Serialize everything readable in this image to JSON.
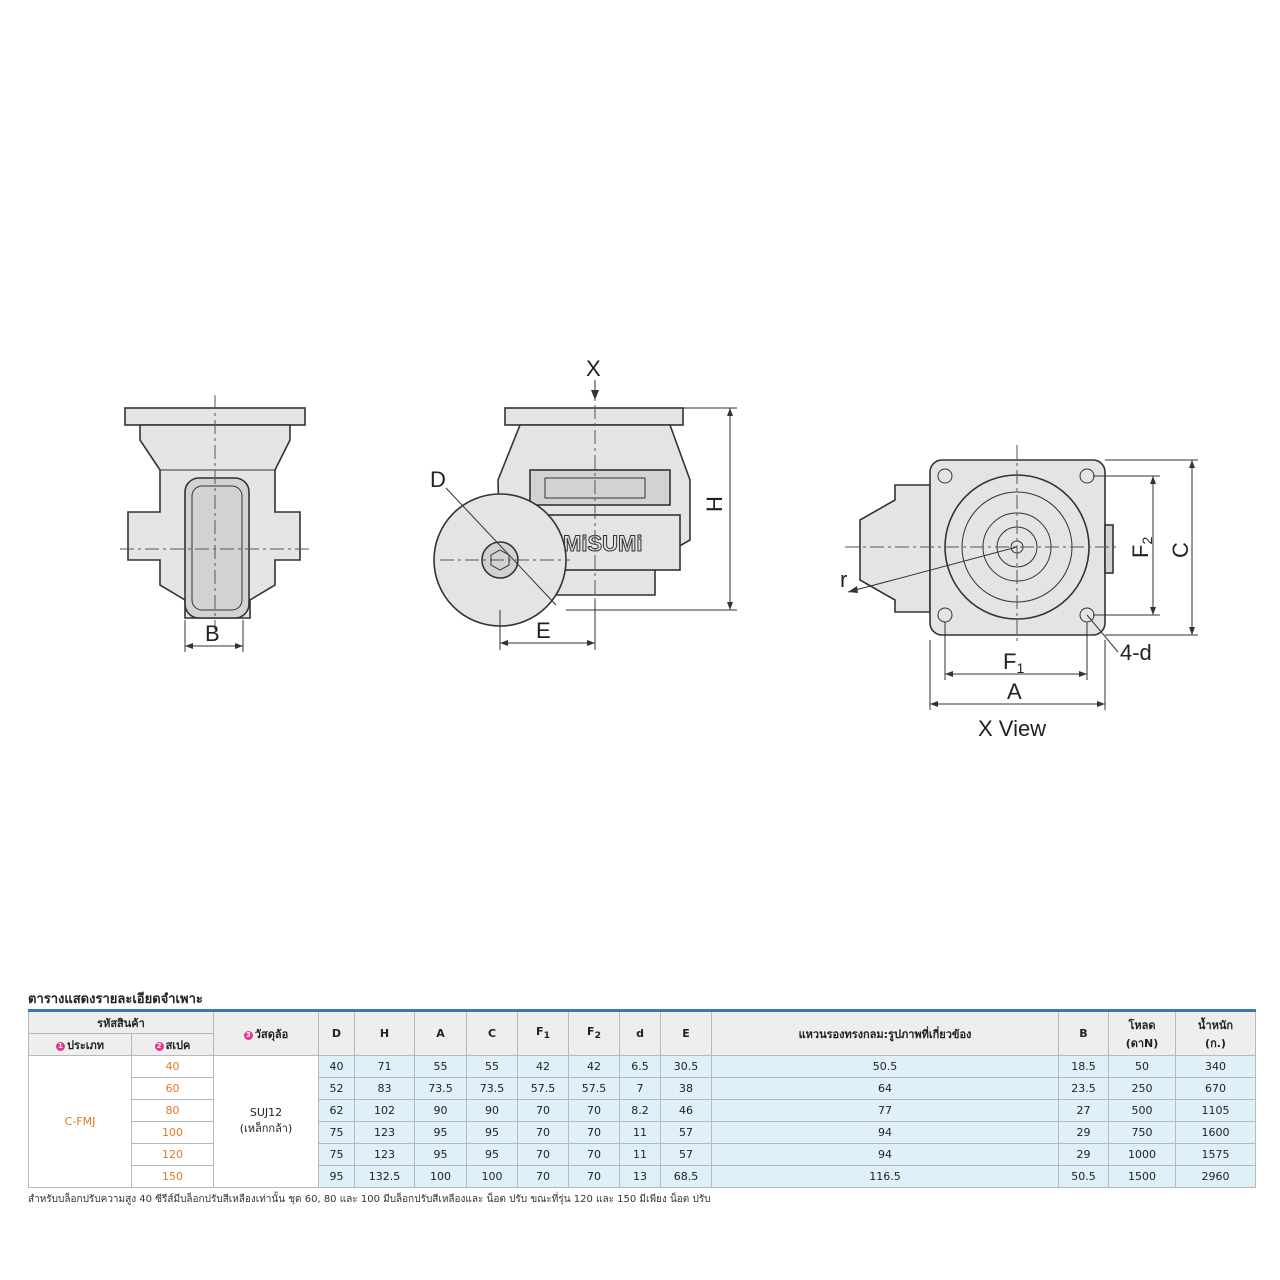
{
  "drawing": {
    "labels": {
      "b": "B",
      "d": "D",
      "e": "E",
      "h": "H",
      "x": "X",
      "r": "r",
      "c": "C",
      "f2": "F",
      "f2_sub": "2",
      "f1": "F",
      "f1_sub": "1",
      "a": "A",
      "four_d": "4-d",
      "xview": "X View",
      "logo": "MiSUMi"
    }
  },
  "spec": {
    "title": "ตารางแสดงรายละเอียดจำเพาะ",
    "header": {
      "product_code": "รหัสสินค้า",
      "type_num": "1",
      "type": "ประเภท",
      "spec_num": "2",
      "spec": "สเปค",
      "material_num": "3",
      "material": "วัสดุล้อ",
      "cols": [
        "D",
        "H",
        "A",
        "C"
      ],
      "f1": "F",
      "f1_sub": "1",
      "f2": "F",
      "f2_sub": "2",
      "d": "d",
      "e": "E",
      "bearing": "แหวนรองทรงกลม:รูปภาพที่เกี่ยวข้อง",
      "b": "B",
      "load": "โหลด",
      "load_unit": "(ดาN)",
      "weight": "น้ำหนัก",
      "weight_unit": "(ก.)"
    },
    "type_value": "C-FMJ",
    "material_value": "SUJ12",
    "material_note": "(เหล็กกล้า)",
    "rows": [
      {
        "spec": "40",
        "D": "40",
        "H": "71",
        "A": "55",
        "C": "55",
        "F1": "42",
        "F2": "42",
        "d": "6.5",
        "E": "30.5",
        "bearing": "50.5",
        "B": "18.5",
        "load": "50",
        "weight": "340"
      },
      {
        "spec": "60",
        "D": "52",
        "H": "83",
        "A": "73.5",
        "C": "73.5",
        "F1": "57.5",
        "F2": "57.5",
        "d": "7",
        "E": "38",
        "bearing": "64",
        "B": "23.5",
        "load": "250",
        "weight": "670"
      },
      {
        "spec": "80",
        "D": "62",
        "H": "102",
        "A": "90",
        "C": "90",
        "F1": "70",
        "F2": "70",
        "d": "8.2",
        "E": "46",
        "bearing": "77",
        "B": "27",
        "load": "500",
        "weight": "1105"
      },
      {
        "spec": "100",
        "D": "75",
        "H": "123",
        "A": "95",
        "C": "95",
        "F1": "70",
        "F2": "70",
        "d": "11",
        "E": "57",
        "bearing": "94",
        "B": "29",
        "load": "750",
        "weight": "1600"
      },
      {
        "spec": "120",
        "D": "75",
        "H": "123",
        "A": "95",
        "C": "95",
        "F1": "70",
        "F2": "70",
        "d": "11",
        "E": "57",
        "bearing": "94",
        "B": "29",
        "load": "1000",
        "weight": "1575"
      },
      {
        "spec": "150",
        "D": "95",
        "H": "132.5",
        "A": "100",
        "C": "100",
        "F1": "70",
        "F2": "70",
        "d": "13",
        "E": "68.5",
        "bearing": "116.5",
        "B": "50.5",
        "load": "1500",
        "weight": "2960"
      }
    ],
    "footnote": "สำหรับบล็อกปรับความสูง 40 ซีรีส์มีบล็อกปรับสีเหลืองเท่านั้น ชุด 60, 80 และ 100 มีบล็อกปรับสีเหลืองและ น็อต ปรับ ขณะที่รุ่น 120 และ 150 มีเพียง น็อต ปรับ"
  }
}
